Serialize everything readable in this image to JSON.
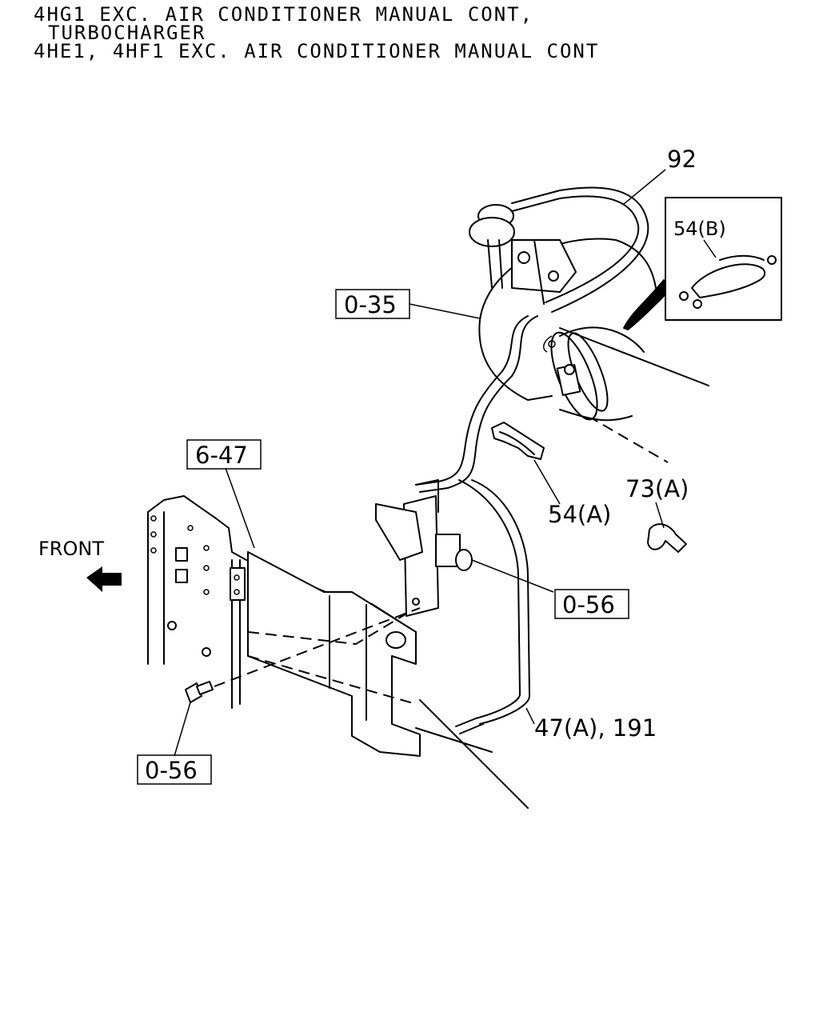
{
  "header": {
    "line1": "4HG1 EXC. AIR CONDITIONER MANUAL CONT,",
    "line2": "TURBOCHARGER",
    "line3": "4HE1, 4HF1 EXC. AIR CONDITIONER MANUAL CONT"
  },
  "callouts": {
    "part_92": "92",
    "part_54b": "54(B)",
    "ref_0_35": "0-35",
    "ref_6_47": "6-47",
    "part_54a": "54(A)",
    "part_73a": "73(A)",
    "front_label": "FRONT",
    "ref_0_56_right": "0-56",
    "part_47a_191": "47(A), 191",
    "ref_0_56_left": "0-56"
  }
}
